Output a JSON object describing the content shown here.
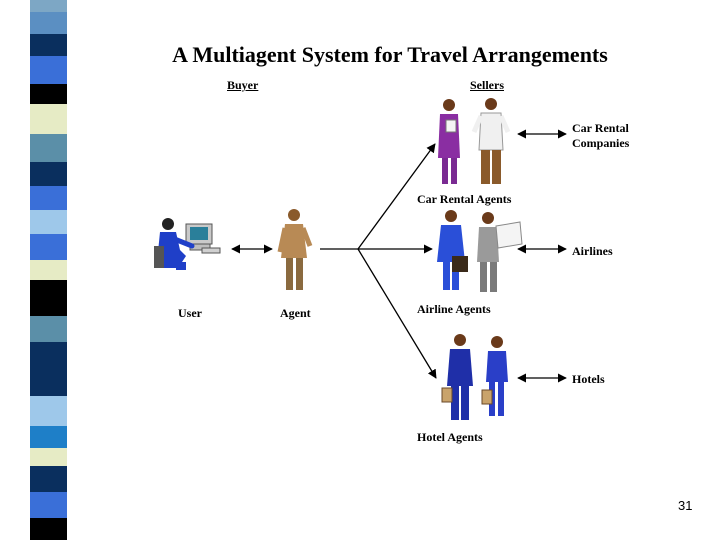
{
  "slide": {
    "title": "A Multiagent System for Travel Arrangements",
    "page_number": "31"
  },
  "diagram": {
    "header_buyer": "Buyer",
    "header_sellers": "Sellers",
    "user_label": "User",
    "agent_label": "Agent",
    "car_rental_agents_label": "Car Rental Agents",
    "airline_agents_label": "Airline Agents",
    "hotel_agents_label": "Hotel Agents",
    "car_rental_companies_label": [
      "Car Rental",
      "Companies"
    ],
    "airlines_label": "Airlines",
    "hotels_label": "Hotels"
  },
  "colors": {
    "stripe": [
      "#7da7c5",
      "#0a2f5e",
      "#3a6fd8",
      "#e6ebc5",
      "#000000",
      "#9ec8ea"
    ],
    "arrow": "#000000"
  }
}
